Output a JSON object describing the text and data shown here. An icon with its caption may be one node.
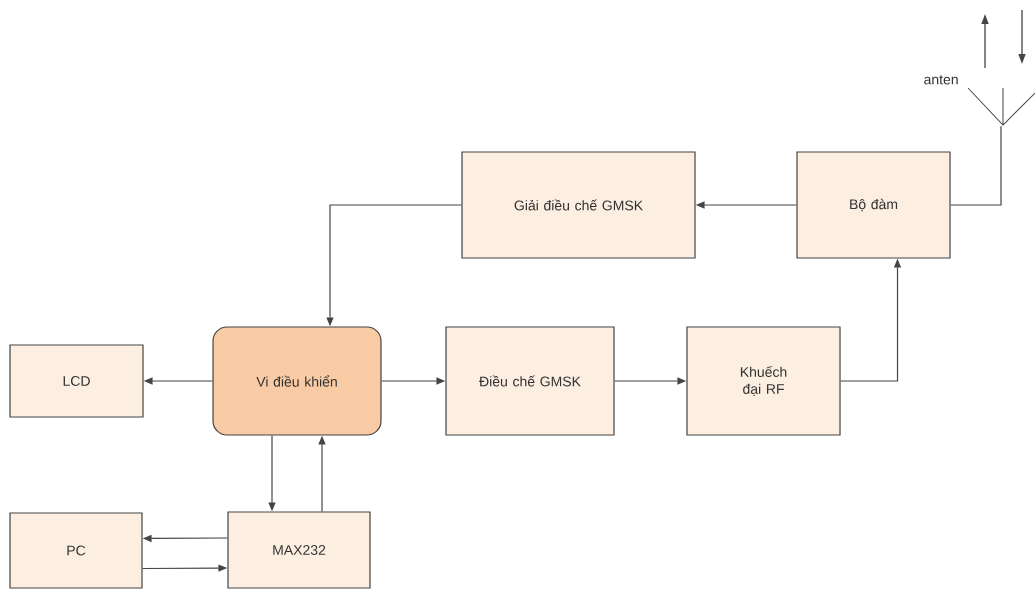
{
  "diagram": {
    "nodes": [
      {
        "text": [
          "Giải điều chế GMSK"
        ]
      },
      {
        "text": [
          "Bộ đàm"
        ]
      },
      {
        "text": [
          "LCD"
        ]
      },
      {
        "text": [
          "Vi điều khiển"
        ]
      },
      {
        "text": [
          "Điều chế GMSK"
        ]
      },
      {
        "text": [
          "Khuếch đại RF"
        ]
      },
      {
        "text": [
          "PC"
        ]
      },
      {
        "text": [
          "MAX232"
        ]
      },
      {
        "text": [],
        "shape": "antenna",
        "beside": [
          "anten"
        ]
      }
    ],
    "edges": [
      {
        "from": 1,
        "to": 0,
        "arrow": "to"
      },
      {
        "from": 0,
        "to": 3,
        "arrow": "to"
      },
      {
        "from": 3,
        "to": 2,
        "arrow": "to"
      },
      {
        "from": 3,
        "to": 4,
        "arrow": "to"
      },
      {
        "from": 4,
        "to": 5,
        "arrow": "to"
      },
      {
        "from": 5,
        "to": 1,
        "arrow": "to"
      },
      {
        "from": 3,
        "to": 7,
        "arrow": "to"
      },
      {
        "from": 7,
        "to": 3,
        "arrow": "to"
      },
      {
        "from": 7,
        "to": 6,
        "arrow": "to"
      },
      {
        "from": 6,
        "to": 7,
        "arrow": "to"
      },
      {
        "from": 1,
        "to": 8,
        "arrow": "none"
      }
    ]
  }
}
